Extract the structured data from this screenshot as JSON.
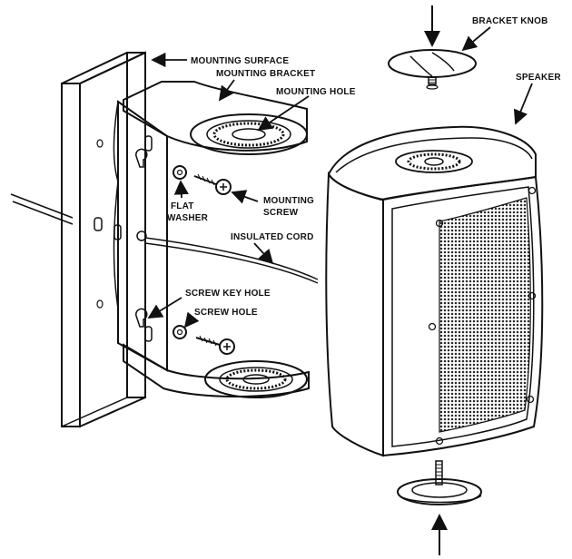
{
  "labels": {
    "mounting_surface": "MOUNTING SURFACE",
    "mounting_bracket": "MOUNTING BRACKET",
    "mounting_hole": "MOUNTING HOLE",
    "bracket_knob": "BRACKET KNOB",
    "speaker": "SPEAKER",
    "flat_washer_1": "FLAT",
    "flat_washer_2": "WASHER",
    "mounting_screw_1": "MOUNTING",
    "mounting_screw_2": "SCREW",
    "insulated_cord": "INSULATED CORD",
    "screw_key_hole": "SCREW KEY HOLE",
    "screw_hole": "SCREW HOLE"
  },
  "colors": {
    "ink": "#111111",
    "paper": "#ffffff",
    "grille": "#2a2a2a"
  }
}
